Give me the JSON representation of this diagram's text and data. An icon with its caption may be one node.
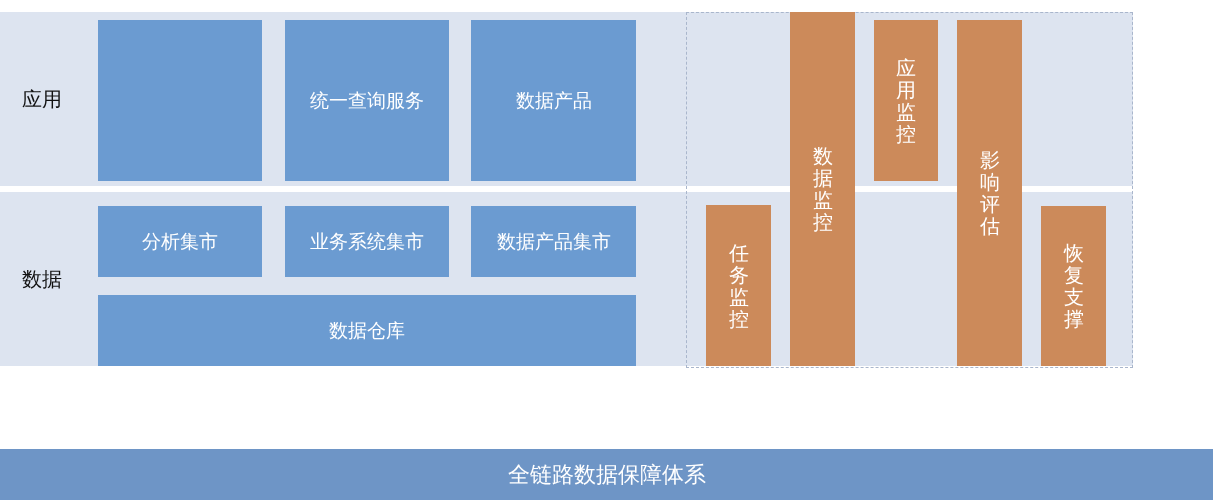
{
  "diagram": {
    "nodes": [
      {
        "text": [
          "应用"
        ]
      },
      {
        "text": [],
        "shape": "box",
        "in": 0
      },
      {
        "text": [
          "统一查询服务"
        ],
        "in": 0
      },
      {
        "text": [
          "数据产品"
        ],
        "in": 0
      },
      {
        "text": [
          "数据"
        ]
      },
      {
        "text": [
          "分析集市"
        ],
        "in": 4
      },
      {
        "text": [
          "业务系统集市"
        ],
        "in": 4
      },
      {
        "text": [
          "数据产品集市"
        ],
        "in": 4
      },
      {
        "text": [
          "数据仓库"
        ],
        "in": 4
      },
      {
        "text": [],
        "shape": "box"
      },
      {
        "text": [
          "任务监控"
        ]
      },
      {
        "text": [
          "数据监控"
        ],
        "in": 9
      },
      {
        "text": [
          "应用监控"
        ]
      },
      {
        "text": [
          "影响评估"
        ],
        "in": 9
      },
      {
        "text": [
          "恢复支撑"
        ]
      },
      {
        "text": [
          "全链路数据保障体系"
        ]
      }
    ]
  }
}
